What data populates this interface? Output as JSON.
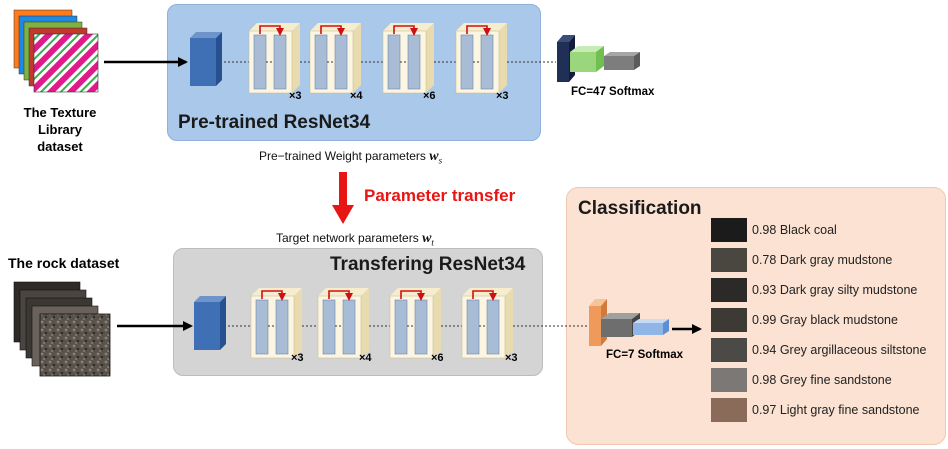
{
  "texture_dataset_label": "The Texture Library\ndataset",
  "rock_dataset_label": "The rock dataset",
  "top_panel": {
    "title": "Pre-trained ResNet34",
    "multipliers": [
      "×3",
      "×4",
      "×6",
      "×3"
    ],
    "head_label": "FC=47  Softmax"
  },
  "weights_caption": "Pre−trained Weight parameters",
  "weights_symbol": "w",
  "weights_sub": "s",
  "transfer_label": "Parameter transfer",
  "target_caption": "Target network parameters",
  "target_symbol": "w",
  "target_sub": "t",
  "bottom_panel": {
    "title": "Transfering ResNet34",
    "multipliers": [
      "×3",
      "×4",
      "×6",
      "×3"
    ],
    "head_label": "FC=7  Softmax"
  },
  "classification": {
    "title": "Classification",
    "items": [
      {
        "score": "0.98",
        "name": "Black coal",
        "swatch": "#1b1b1b"
      },
      {
        "score": "0.78",
        "name": "Dark gray mudstone",
        "swatch": "#4a4640"
      },
      {
        "score": "0.93",
        "name": "Dark gray silty mudstone",
        "swatch": "#2c2a28"
      },
      {
        "score": "0.99",
        "name": "Gray black mudstone",
        "swatch": "#3d3a36"
      },
      {
        "score": "0.94",
        "name": "Grey argillaceous siltstone",
        "swatch": "#4b4a46"
      },
      {
        "score": "0.98",
        "name": "Grey fine sandstone",
        "swatch": "#7b7875"
      },
      {
        "score": "0.97",
        "name": "Light gray fine sandstone",
        "swatch": "#8a6a58"
      }
    ]
  },
  "colors": {
    "top_panel": "#a9c8ea",
    "bottom_panel": "#d4d4d4",
    "classification_panel": "#fbe2d2",
    "transfer_arrow": "#e81515",
    "residual_arrow": "#d01010"
  }
}
